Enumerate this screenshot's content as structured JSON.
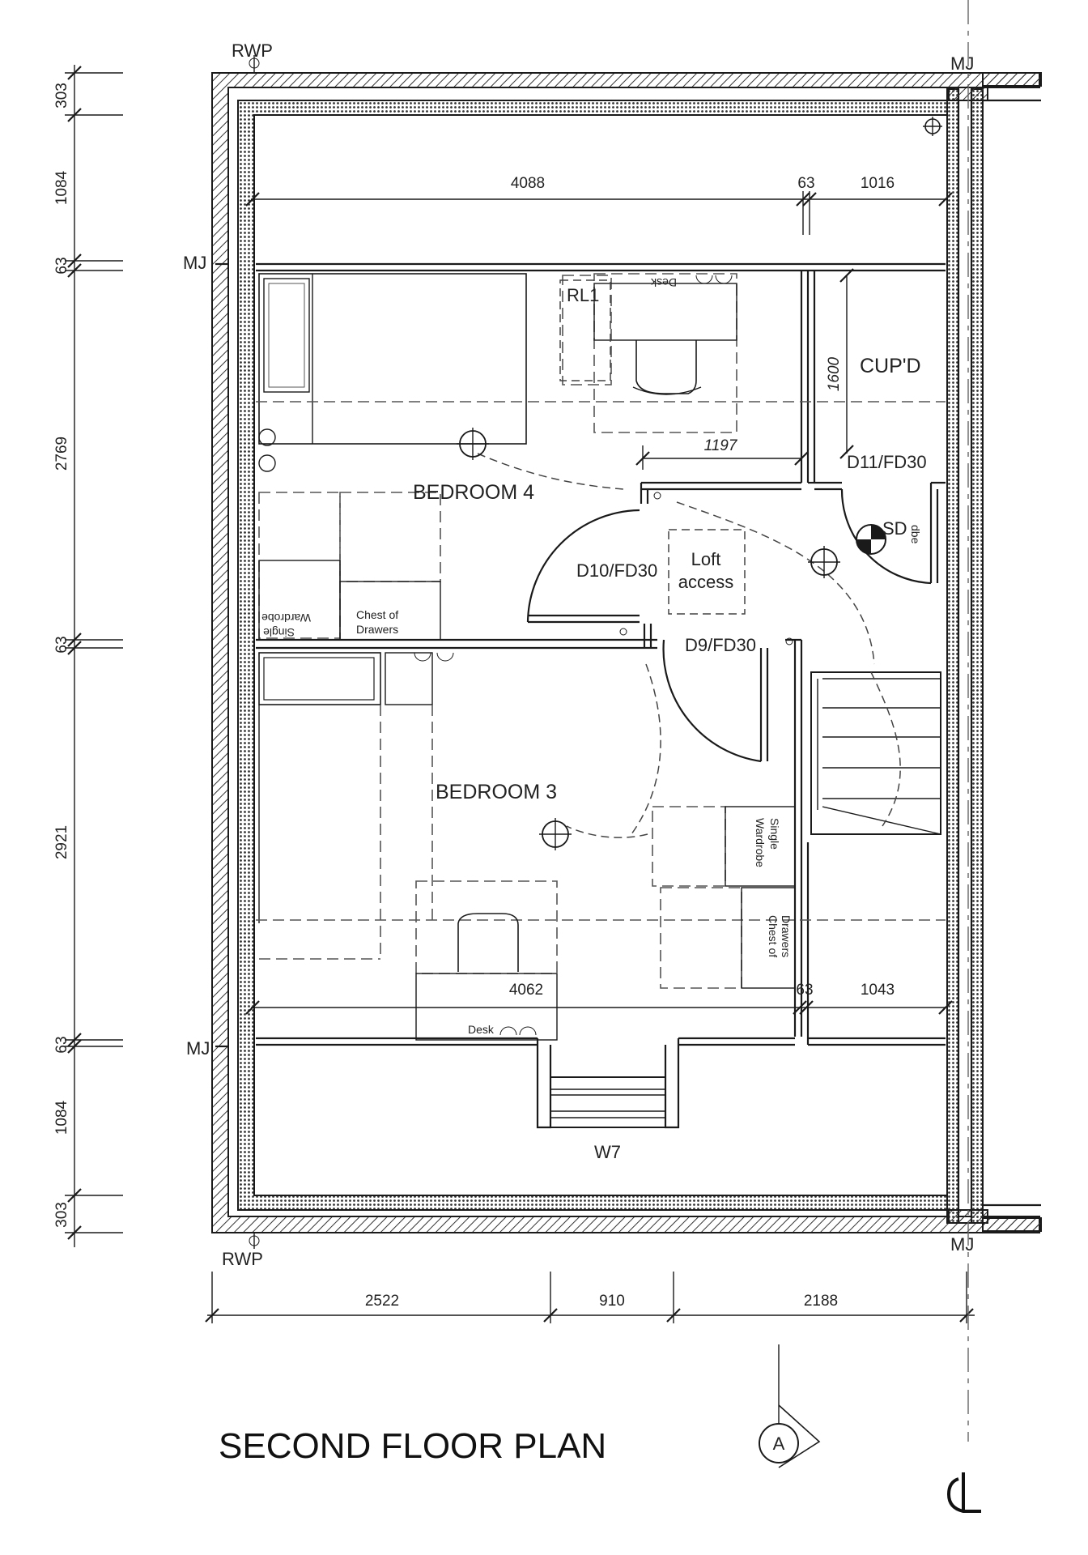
{
  "title": "SECOND FLOOR PLAN",
  "rooms": {
    "bedroom4": "BEDROOM 4",
    "bedroom3": "BEDROOM 3",
    "cupboard": "CUP'D"
  },
  "doors": {
    "d10": "D10/FD30",
    "d11": "D11/FD30",
    "d9": "D9/FD30"
  },
  "window": "W7",
  "labels": {
    "rwp_top": "RWP",
    "rwp_bottom": "RWP",
    "mj_top_right": "MJ",
    "mj_left_upper": "MJ",
    "mj_left_lower": "MJ",
    "mj_bottom_right": "MJ",
    "rl1": "RL1",
    "smoke_detector": "SD",
    "loft_access_1": "Loft",
    "loft_access_2": "access",
    "section_marker": "A",
    "centerline": "CL"
  },
  "furniture": {
    "chest_of_drawers_1": "Chest of",
    "chest_of_drawers_2": "Drawers",
    "single_wardrobe_1": "Single",
    "single_wardrobe_2": "Wardrobe",
    "desk": "Desk",
    "desk_rotated": "Desk",
    "dbe": "dbe"
  },
  "dimensions": {
    "left": [
      "303",
      "1084",
      "63",
      "2769",
      "63",
      "2921",
      "63",
      "1084",
      "303"
    ],
    "top_run": [
      "4088",
      "63",
      "1016"
    ],
    "cupboard_depth": "1600",
    "bed4_offset": "1197",
    "lower_run": [
      "4062",
      "63",
      "1043"
    ],
    "bottom_run": [
      "2522",
      "910",
      "2188"
    ]
  }
}
